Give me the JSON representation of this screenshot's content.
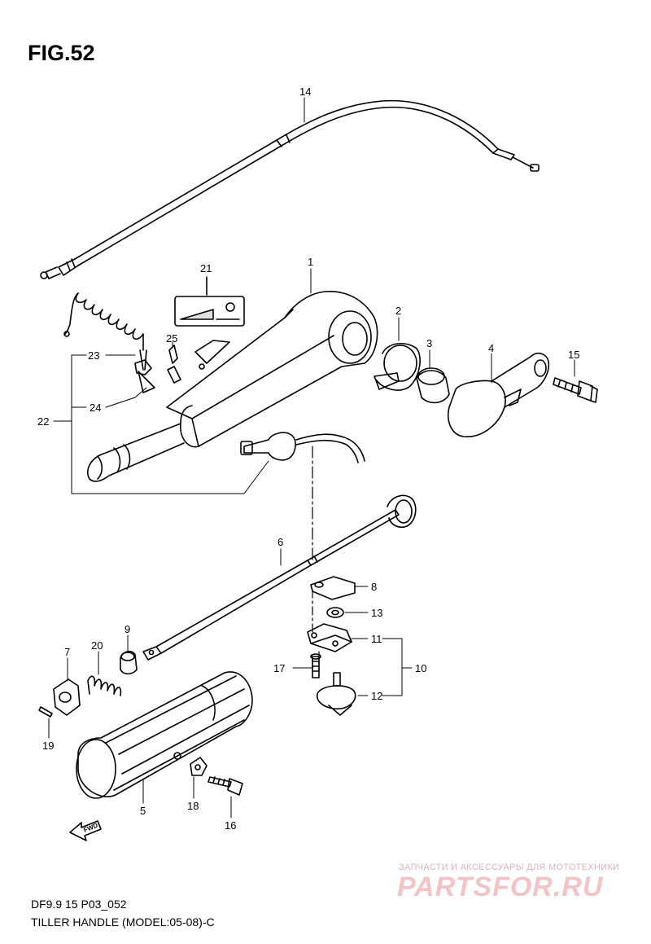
{
  "figure": {
    "title": "FIG.52",
    "model_code": "DF9.9 15 P03_052",
    "caption": "TILLER HANDLE (MODEL:05-08)-C"
  },
  "watermark": {
    "subtitle": "ЗАПЧАСТИ И АКСЕССУАРЫ ДЛЯ МОТОТЕХНИКИ",
    "logo": "PARTSFOR.RU"
  },
  "direction_arrow": {
    "label": "FWD"
  },
  "callouts": {
    "p1": "1",
    "p2": "2",
    "p3": "3",
    "p4": "4",
    "p5": "5",
    "p6": "6",
    "p7": "7",
    "p8": "8",
    "p9": "9",
    "p10": "10",
    "p11": "11",
    "p12": "12",
    "p13": "13",
    "p14": "14",
    "p15": "15",
    "p16": "16",
    "p17": "17",
    "p18": "18",
    "p19": "19",
    "p20": "20",
    "p21": "21",
    "p22": "22",
    "p23": "23",
    "p24": "24",
    "p25": "25"
  }
}
